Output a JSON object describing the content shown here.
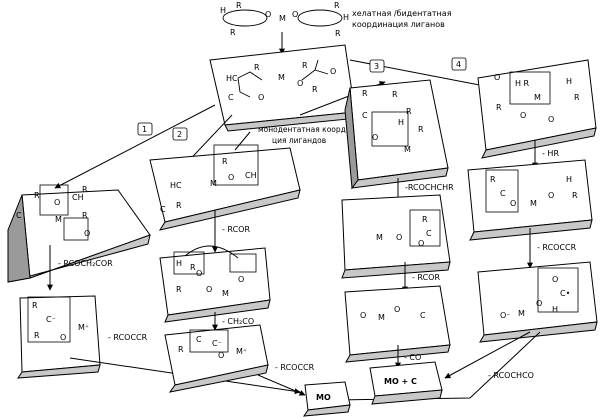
{
  "header": {
    "caption_line1": "хелатная /бидентатная",
    "caption_line2": "координация лиганов"
  },
  "monodentate_caption": {
    "line1": "монодентатная координа-",
    "line2": "ция лигандов"
  },
  "paths": [
    "1",
    "2",
    "3",
    "4"
  ],
  "steps": {
    "p1_a": "- RCOCH₂COR",
    "p1_b": "- RCOCCR",
    "p2_a": "- RCOR",
    "p2_b": "- CH₂CO",
    "p2_c": "- RCOCCR",
    "p3_a": "-RCOCHCHR",
    "p3_b": "- RCOR",
    "p3_c": "- CO",
    "p4_a": "- HR",
    "p4_b": "- RCOCCR",
    "p4_c": "- RCOCHCO"
  },
  "products": {
    "mo": "MO",
    "mo_c": "MO + C"
  },
  "atoms": {
    "M": "M",
    "M_plus": "M⁺",
    "O": "O",
    "R": "R",
    "H": "H",
    "C": "C",
    "HC": "HC",
    "CH": "CH",
    "HR": "H R",
    "C_minus": "C⁻",
    "M_minus": "M⁻",
    "O_minus": "O⁻",
    "c_dot": "C•"
  }
}
